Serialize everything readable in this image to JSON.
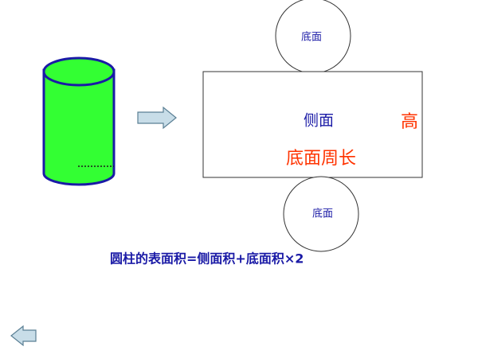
{
  "diagram": {
    "top_circle_label": "底面",
    "bottom_circle_label": "底面",
    "side_label": "侧面",
    "height_label": "高",
    "circumference_label": "底面周长",
    "formula": "圆柱的表面积=侧面积+底面积×2"
  },
  "colors": {
    "cylinder_fill": "#33ff33",
    "cylinder_stroke": "#1a1aa6",
    "label_blue": "#1a1aa6",
    "label_red": "#ff3300",
    "arrow_fill": "#c8dde8",
    "arrow_stroke": "#5a7f94"
  },
  "icons": {
    "forward_arrow": "right-arrow-icon",
    "back_arrow": "left-arrow-icon"
  }
}
